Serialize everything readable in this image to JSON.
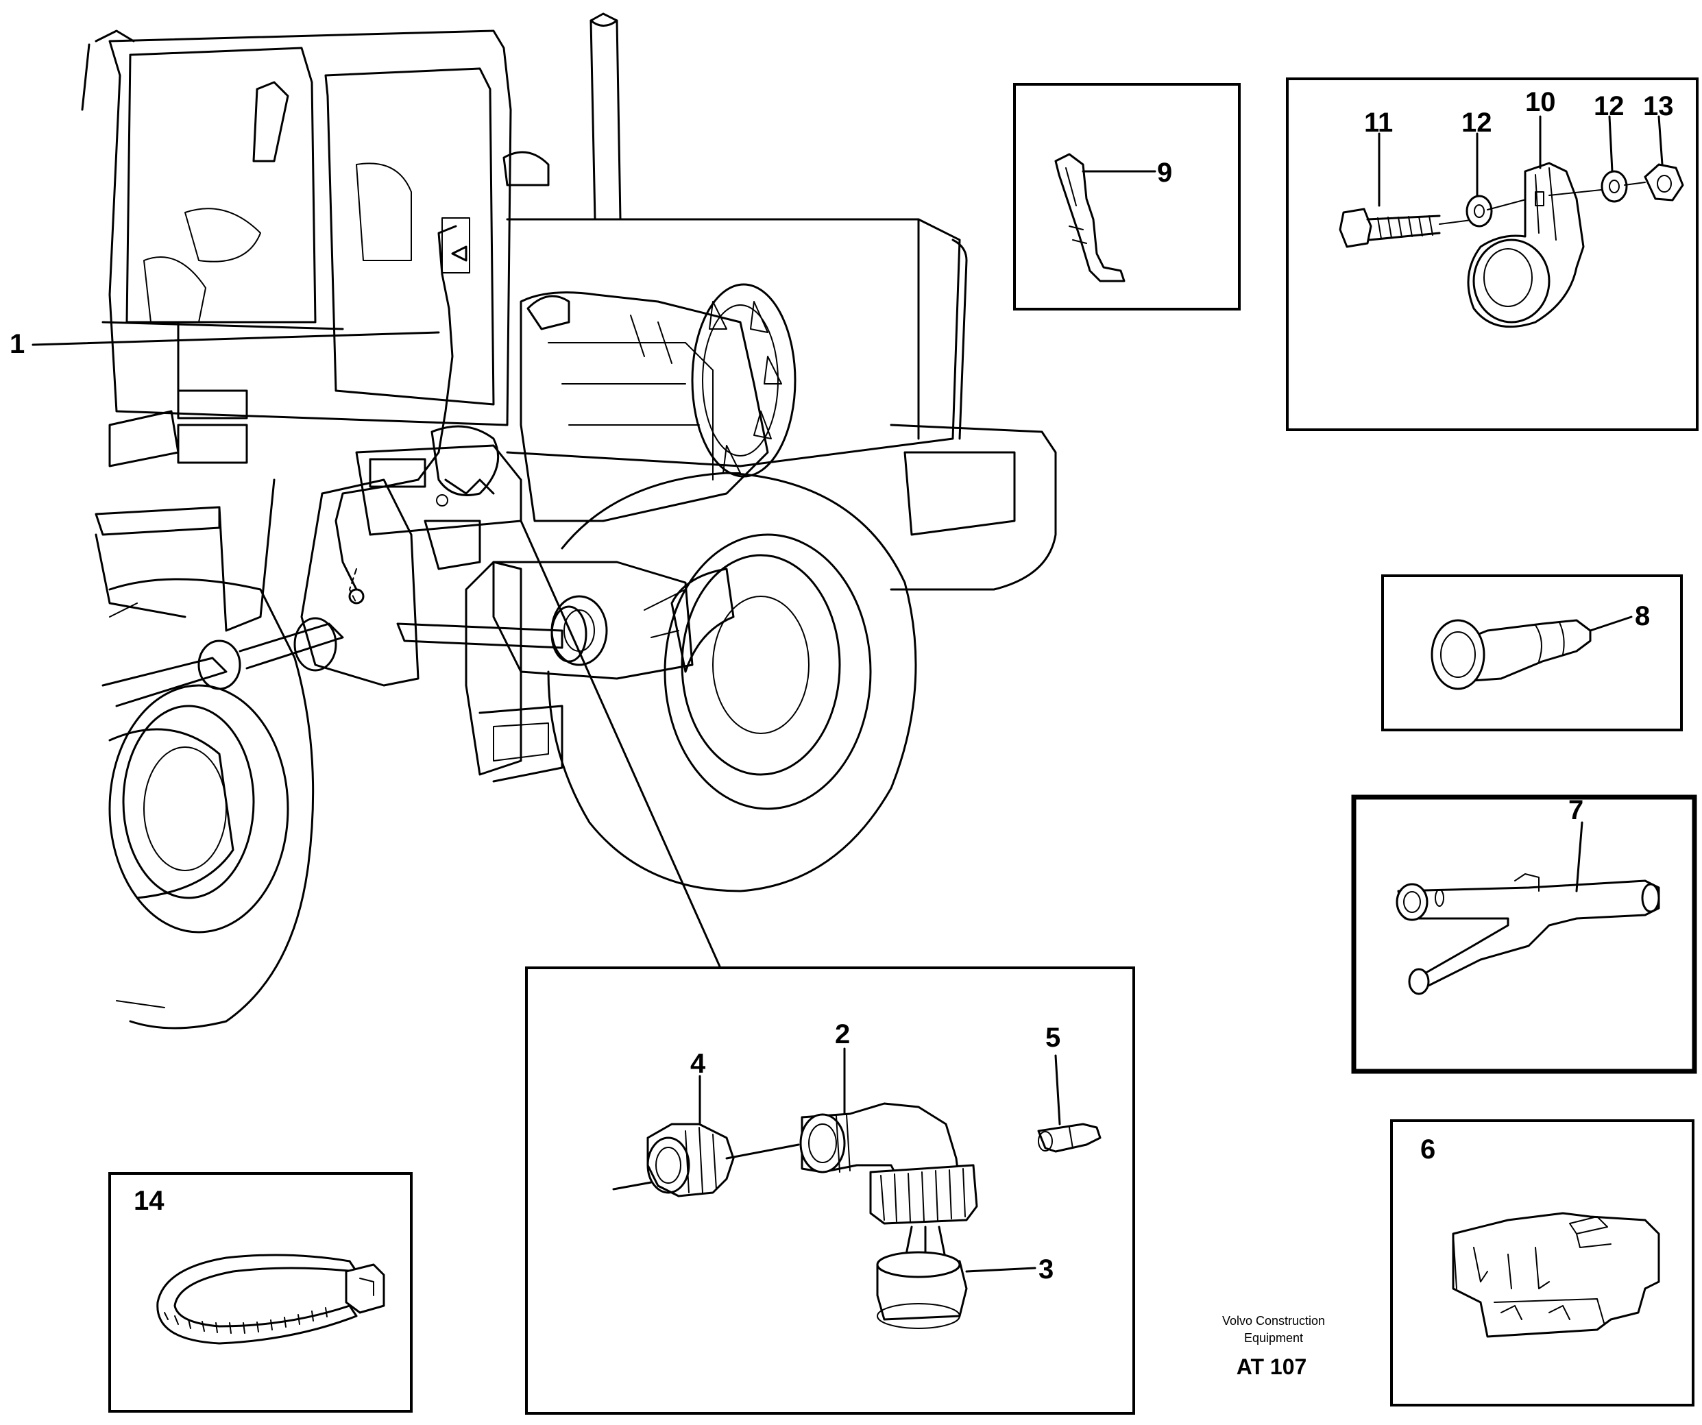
{
  "callouts": {
    "c1": "1",
    "c2": "2",
    "c3": "3",
    "c4": "4",
    "c5": "5",
    "c6": "6",
    "c7": "7",
    "c8": "8",
    "c9": "9",
    "c10": "10",
    "c11": "11",
    "c12a": "12",
    "c12b": "12",
    "c13": "13",
    "c14": "14"
  },
  "credit": {
    "line1": "Volvo Construction",
    "line2": "Equipment",
    "code": "AT 107"
  }
}
